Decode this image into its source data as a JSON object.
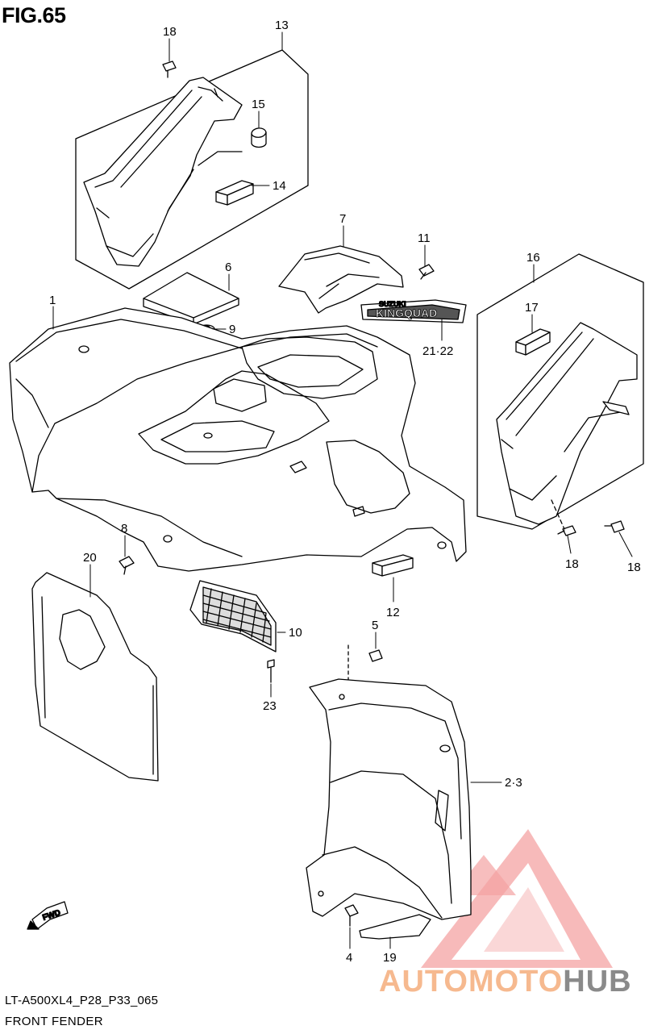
{
  "figure": {
    "title": "FIG.65",
    "model_code": "LT-A500XL4_P28_P33_065",
    "caption": "FRONT FENDER"
  },
  "callouts": [
    "18",
    "13",
    "15",
    "14",
    "7",
    "11",
    "6",
    "1",
    "9",
    "21·22",
    "16",
    "17",
    "8",
    "20",
    "18",
    "18",
    "12",
    "10",
    "5",
    "23",
    "2·3",
    "4",
    "19"
  ],
  "decal": {
    "brand": "SUZUKI",
    "name": "KINGQUAD"
  },
  "direction_marker": "FWD",
  "watermark": {
    "part_a": "AUTOMOTO",
    "part_b": "HUB",
    "color_a": "#f6b98f",
    "color_b": "#8a8a8a",
    "logo_color": "#f08f8f"
  }
}
